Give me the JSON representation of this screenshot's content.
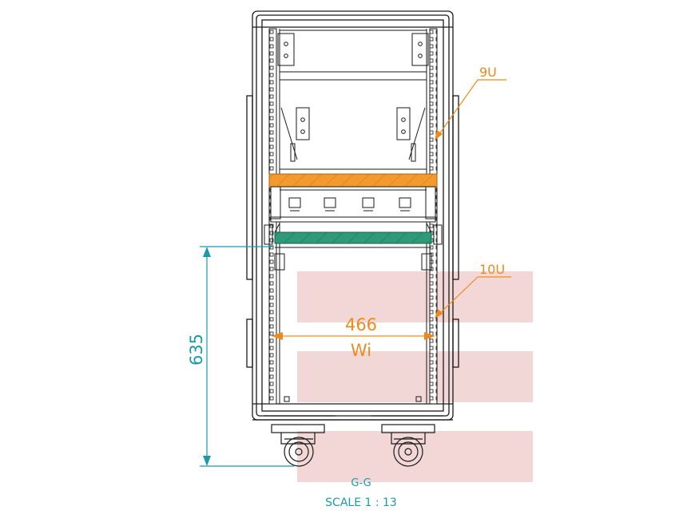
{
  "drawing": {
    "view_name": "G-G",
    "scale_text": "SCALE 1 : 13",
    "colors": {
      "outline": "#1a1a1a",
      "dim_teal": "#1b9aaa",
      "callout_orange": "#ee8a1b",
      "orange_band": "#f39a2f",
      "green_band": "#2f9a78",
      "watermark": "#e9b7b7"
    }
  },
  "dimensions": {
    "height_value": "635",
    "width_value": "466",
    "width_label": "Wi"
  },
  "callouts": {
    "upper_section": "9U",
    "lower_section": "10U"
  }
}
